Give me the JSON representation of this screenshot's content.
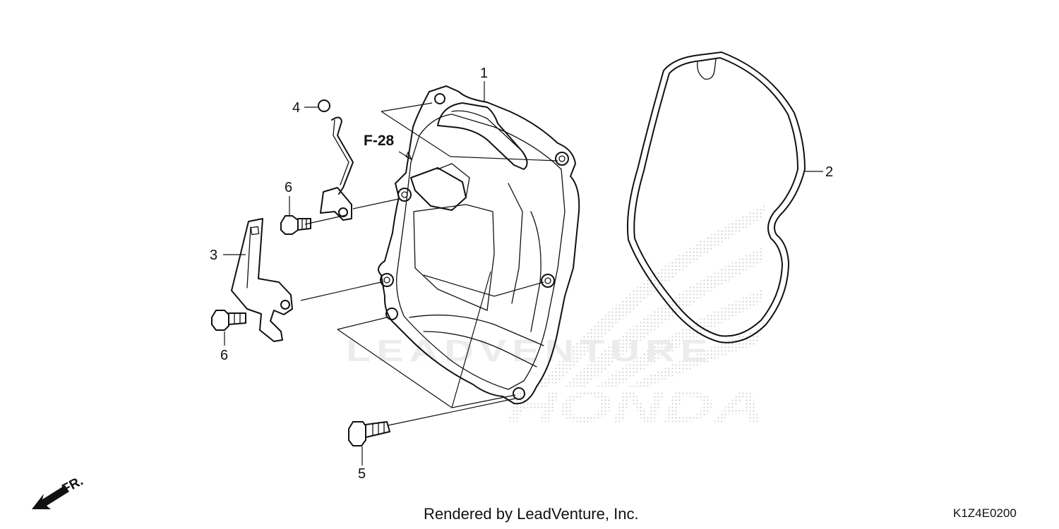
{
  "watermark": {
    "brand_text": "LEADVENTURE",
    "logo_text": "HONDA"
  },
  "reference": "F-28",
  "direction": "FR.",
  "callouts": {
    "c1": "1",
    "c2": "2",
    "c3": "3",
    "c4": "4",
    "c5": "5",
    "c6a": "6",
    "c6b": "6"
  },
  "footer": {
    "rendered_by": "Rendered by LeadVenture, Inc.",
    "diagram_code": "K1Z4E0200"
  }
}
